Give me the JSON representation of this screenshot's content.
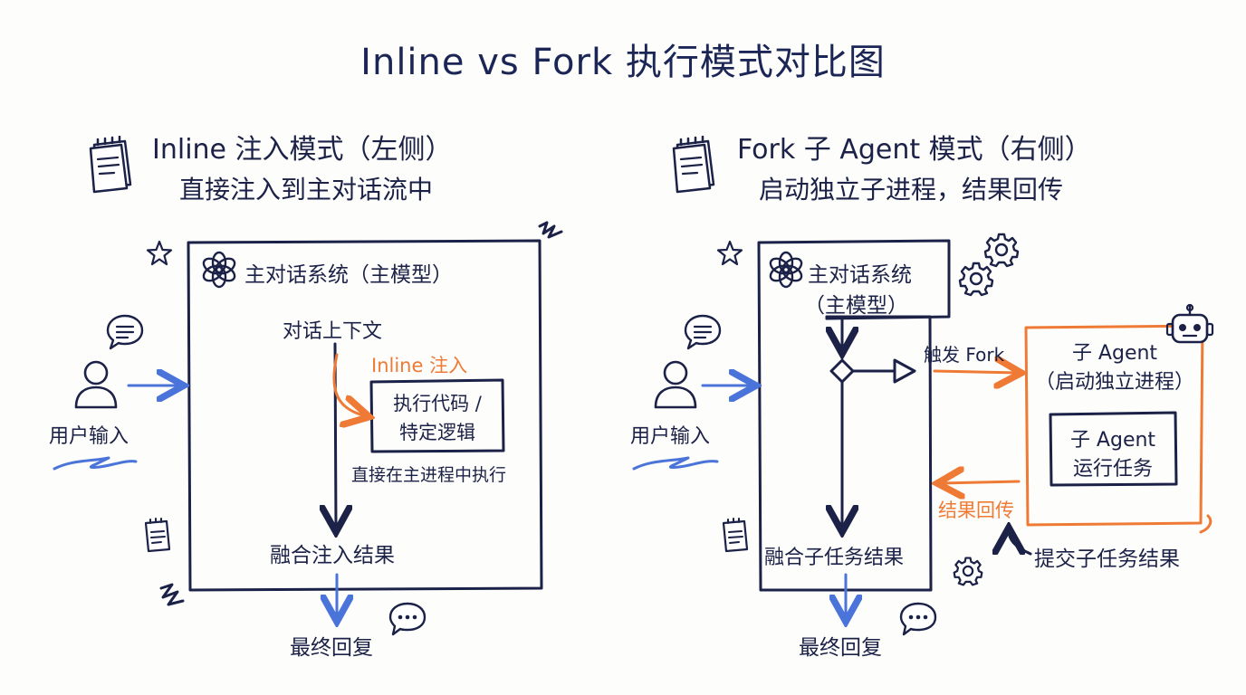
{
  "title": "Inline vs Fork 执行模式对比图",
  "left": {
    "heading": "Inline 注入模式（左侧）",
    "subheading": "直接注入到主对话流中",
    "user_input": "用户输入",
    "system_label": "主对话系统（主模型）",
    "context": "对话上下文",
    "inline_inject": "Inline 注入",
    "exec_code_line1": "执行代码 /",
    "exec_code_line2": "特定逻辑",
    "exec_note": "直接在主进程中执行",
    "merge": "融合注入结果",
    "final": "最终回复"
  },
  "right": {
    "heading": "Fork 子 Agent 模式（右侧）",
    "subheading": "启动独立子进程，结果回传",
    "user_input": "用户输入",
    "system_line1": "主对话系统",
    "system_line2": "（主模型）",
    "trigger": "触发 Fork",
    "sub_agent_line1": "子 Agent",
    "sub_agent_line2": "（启动独立进程）",
    "sub_task_line1": "子 Agent",
    "sub_task_line2": "运行任务",
    "result_return": "结果回传",
    "submit": "提交子任务结果",
    "merge": "融合子任务结果",
    "final": "最终回复"
  },
  "icons": [
    "notepad-icon",
    "star-icon",
    "chat-bubble-icon",
    "user-icon",
    "openai-logo-icon",
    "robot-icon",
    "gear-icon",
    "speech-dots-icon",
    "squiggle-icon"
  ],
  "colors": {
    "ink": "#1b2147",
    "accent_blue": "#4a74d9",
    "accent_orange": "#ee7a35",
    "background": "#fdfdfb"
  }
}
